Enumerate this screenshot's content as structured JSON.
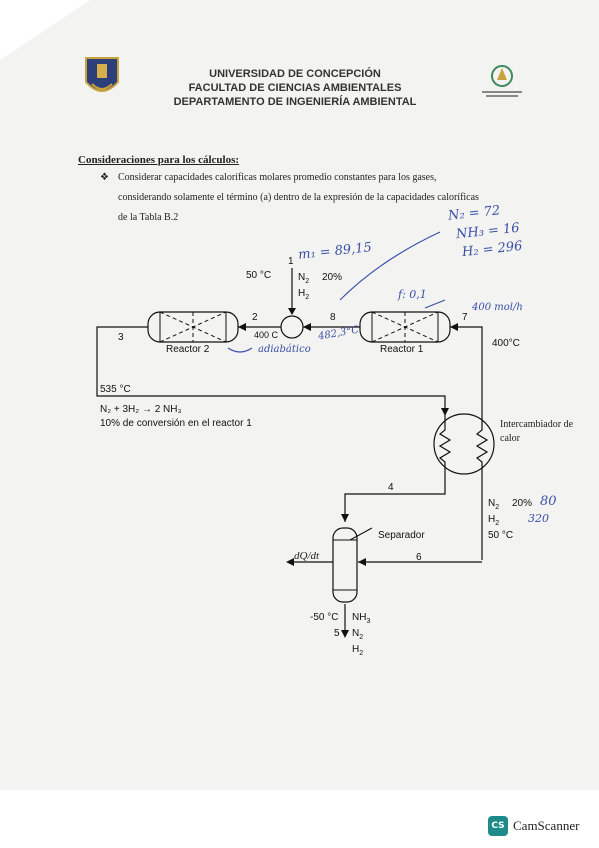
{
  "header": {
    "line1": "UNIVERSIDAD DE CONCEPCIÓN",
    "line2": "FACULTAD DE CIENCIAS AMBIENTALES",
    "line3": "DEPARTAMENTO DE INGENIERÍA AMBIENTAL"
  },
  "section": {
    "title": "Consideraciones para los cálculos:",
    "bullet": "❖",
    "line1": "Considerar capacidades caloríficas molares promedio constantes para los gases,",
    "line2": "considerando solamente el término (a) dentro de la expresión de la capacidades caloríficas",
    "line3": "de la Tabla B.2"
  },
  "diagram": {
    "temp_feed": "50 °C",
    "stream1": "1",
    "n2": "N",
    "n2_sub": "2",
    "n2_pct": "20%",
    "h2": "H",
    "h2_sub": "2",
    "stream2": "2",
    "temp_mixer": "400 C",
    "stream8": "8",
    "stream7": "7",
    "stream3": "3",
    "reactor2": "Reactor 2",
    "reactor1": "Reactor 1",
    "temp_r1_out": "400°C",
    "temp_535": "535 °C",
    "reaction": "N₂ + 3H₂ → 2 NH₃",
    "conversion": "10% de conversión en el reactor 1",
    "exchanger": "Intercambiador de calor",
    "stream4": "4",
    "stream6": "6",
    "n2_pct_b": "20%",
    "temp_50b": "50 °C",
    "separator": "Separador",
    "dqdt": "dQ/dt",
    "temp_minus50": "-50 °C",
    "stream5": "5",
    "nh3": "NH",
    "nh3_sub": "3"
  },
  "handwriting": {
    "m1": "m₁ = 89,15",
    "n2_val": "N₂ = 72",
    "nh3_val": "NH₃ = 16",
    "h2_val": "H₂ = 296",
    "f_val": "f: 0,1",
    "flow": "400 mol/h",
    "t8": "482,3°C",
    "adiabatic": "adiabático",
    "n2_80": "80",
    "h2_320": "320"
  },
  "footer": {
    "logo": "CS",
    "app": "CamScanner"
  },
  "colors": {
    "ink": "#111111",
    "handwriting": "#3a4fa8",
    "paper": "#f3f3f1"
  }
}
